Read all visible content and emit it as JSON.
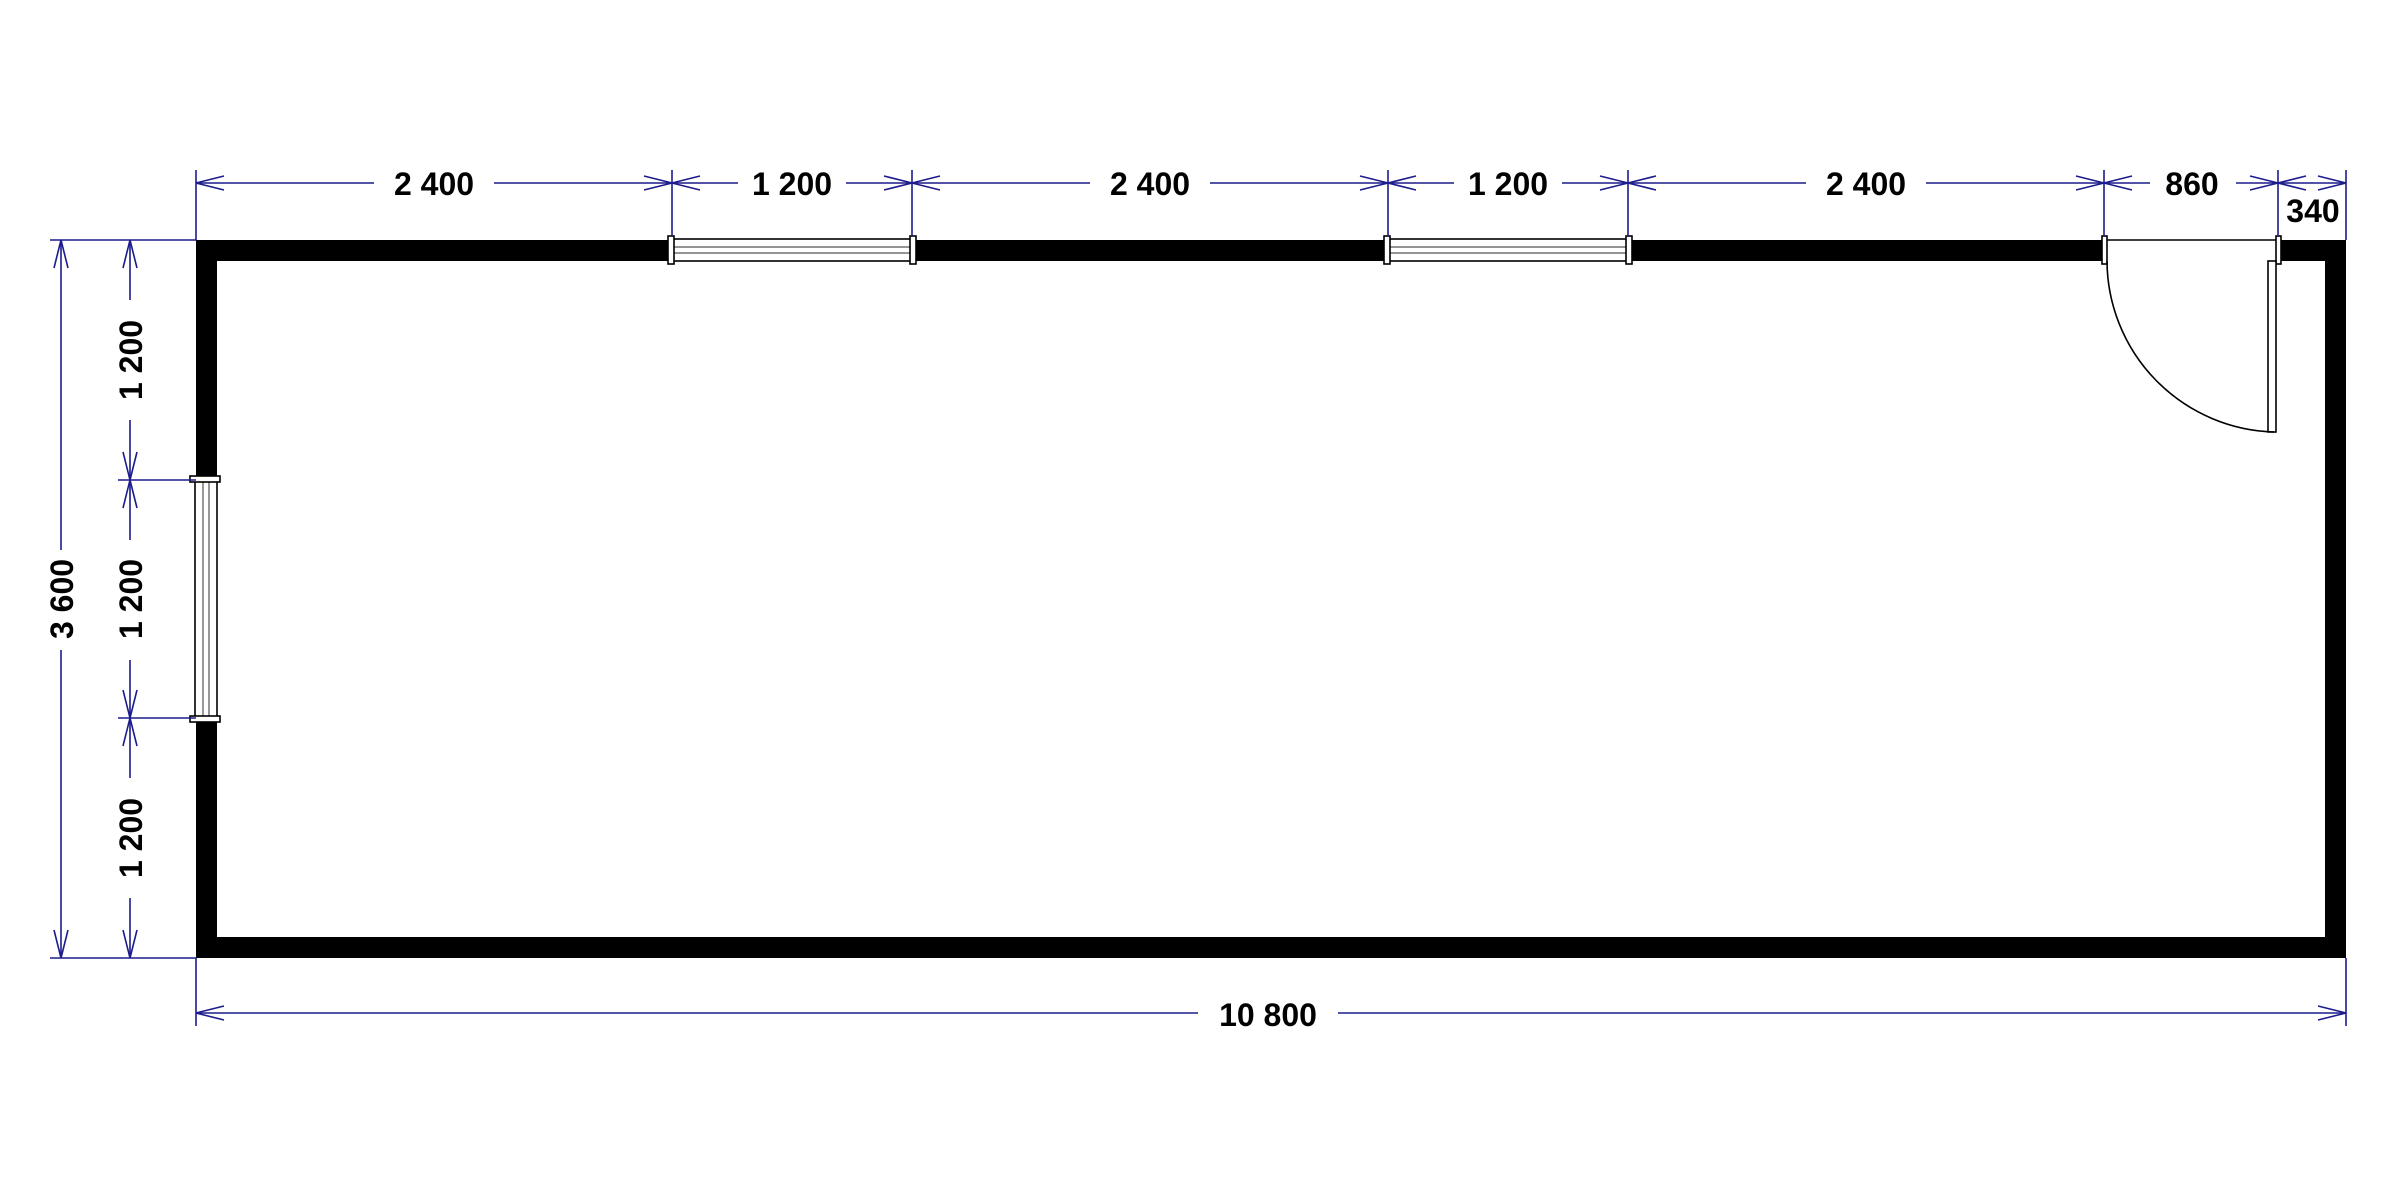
{
  "colors": {
    "dimension": "#1c1c8c",
    "wall": "#000000",
    "background": "#ffffff"
  },
  "dimensions": {
    "top": [
      "2 400",
      "1 200",
      "2 400",
      "1 200",
      "2 400",
      "860",
      "340"
    ],
    "left_inner": [
      "1 200",
      "1 200",
      "1 200"
    ],
    "left_overall": "3 600",
    "bottom_overall": "10 800"
  }
}
